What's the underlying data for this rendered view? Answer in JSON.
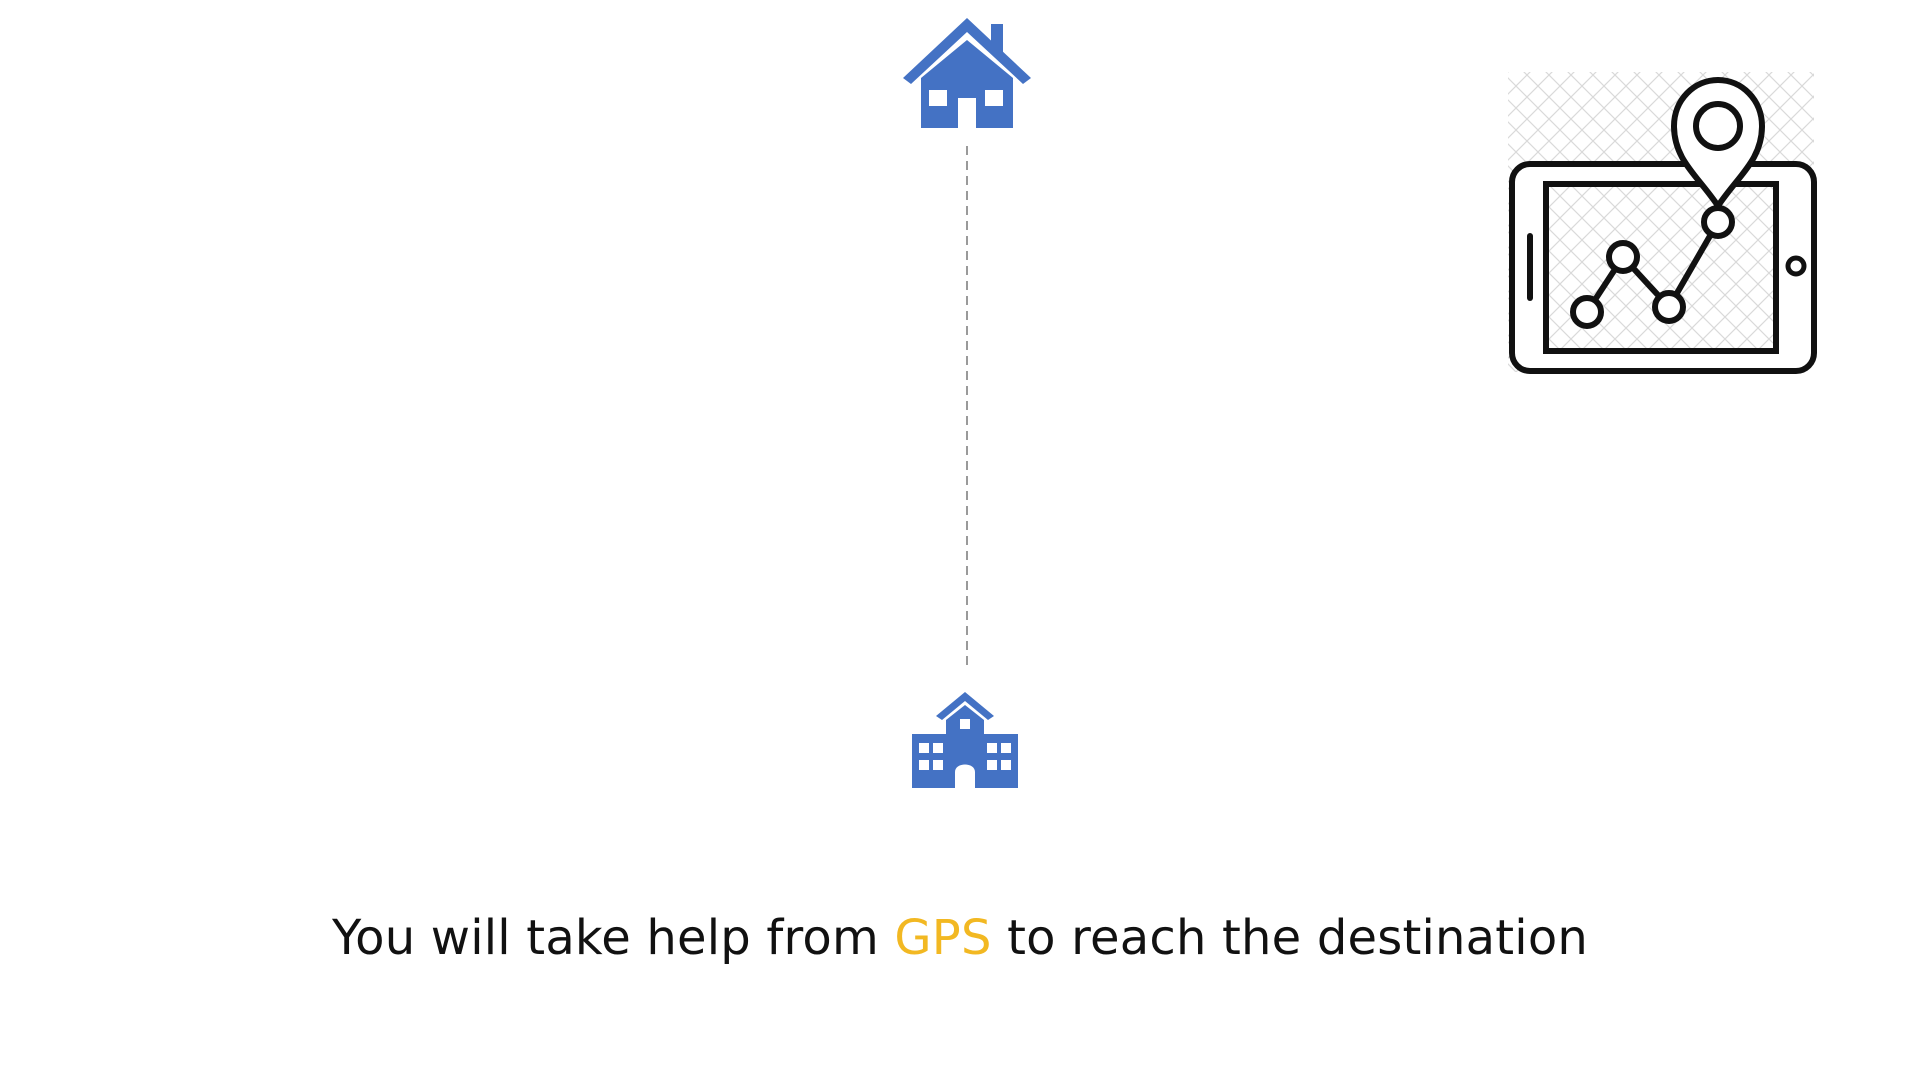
{
  "slide": {
    "caption_before": "You will take help from",
    "caption_highlight": "GPS",
    "caption_after": "to reach the destination"
  },
  "icons": {
    "start": "house-icon",
    "route": "dashed-route-line",
    "destination": "school-building-icon",
    "gps": "gps-tablet-route-icon"
  },
  "colors": {
    "icon_blue": "#4472c4",
    "highlight_yellow": "#f2b822",
    "text": "#111111",
    "line_gray": "#9a9a9a",
    "outline": "#111111"
  }
}
